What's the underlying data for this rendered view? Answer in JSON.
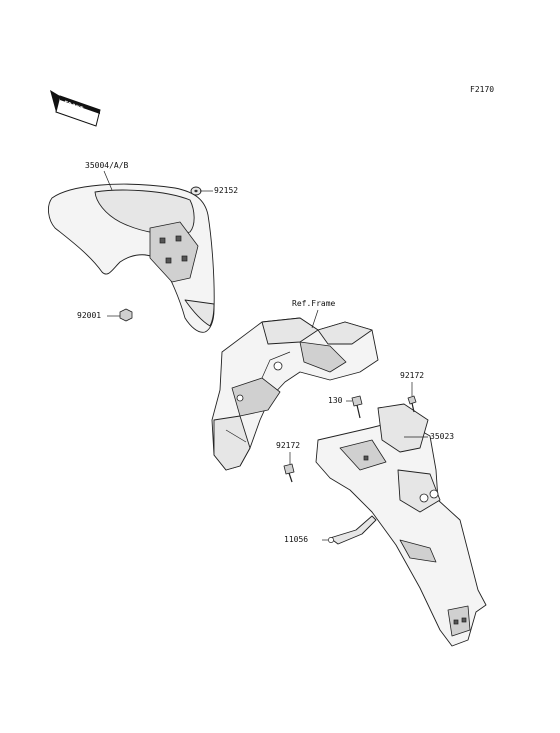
{
  "figure_code": "F2170",
  "front_badge": "FRONT",
  "labels": {
    "front_fender": "35004/A/B",
    "washer": "92152",
    "nut": "92001",
    "frame_ref": "Ref.Frame",
    "bolt_upper": "92172",
    "bolt_130": "130",
    "rear_fender": "35023",
    "bolt_lower": "92172",
    "clamp": "11056"
  }
}
